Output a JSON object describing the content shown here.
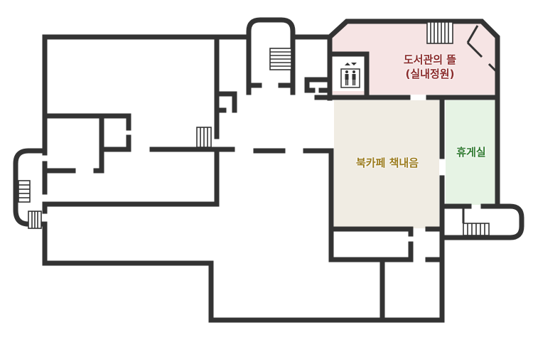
{
  "map": {
    "type": "floor-plan",
    "colors": {
      "wall": "#333333",
      "garden_fill": "#f6e4e4",
      "cafe_fill": "#f0ece3",
      "lounge_fill": "#e6f3e4",
      "garden_text": "#8a2a2a",
      "cafe_text": "#9a7a1c",
      "lounge_text": "#2e7a2e"
    },
    "rooms": [
      {
        "id": "garden",
        "label_line1": "도서관의 뜰",
        "label_line2": "(실내정원)"
      },
      {
        "id": "book-cafe",
        "label": "북카페 책내음"
      },
      {
        "id": "lounge",
        "label": "휴게실"
      }
    ],
    "icons": {
      "elevator": "elevator-icon",
      "stairs": "stairs-icon"
    }
  }
}
